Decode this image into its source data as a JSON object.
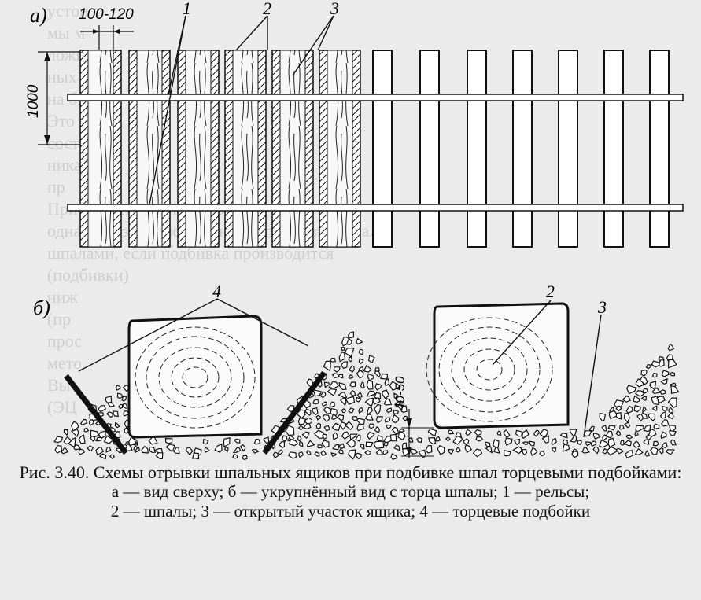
{
  "background_bleed_text": [
    "устои",
    "мы м",
    "ложив",
    "ных м",
    "на бы",
    "Это",
    "состо",
    "ника",
    "пр",
    "При односторонней проезде",
    "однами создать возможность подбивки шпал",
    "шпалами, если подбивка производится",
    "(подбивки)",
    "ниж",
    "",
    "",
    "(пр",
    "прос",
    "мето",
    "",
    "Вы",
    "(ЭЦ"
  ],
  "labels": {
    "view_a": "а)",
    "view_b": "б)",
    "dim_top": "100-120",
    "dim_left": "1000",
    "dim_side": "40-50",
    "num_1": "1",
    "num_2": "2",
    "num_3": "3",
    "num_4": "4",
    "num_2b": "2",
    "num_3b": "3"
  },
  "caption": {
    "title": "Рис. 3.40. Схемы отрывки шпальных ящиков при подбивке шпал торцевыми подбойками:",
    "legend_line1": "а — вид сверху; б — укрупнённый вид с торца шпалы; 1 — рельсы;",
    "legend_line2": "2 — шпалы; 3 — открытый участок ящика; 4 — торцевые подбойки"
  }
}
